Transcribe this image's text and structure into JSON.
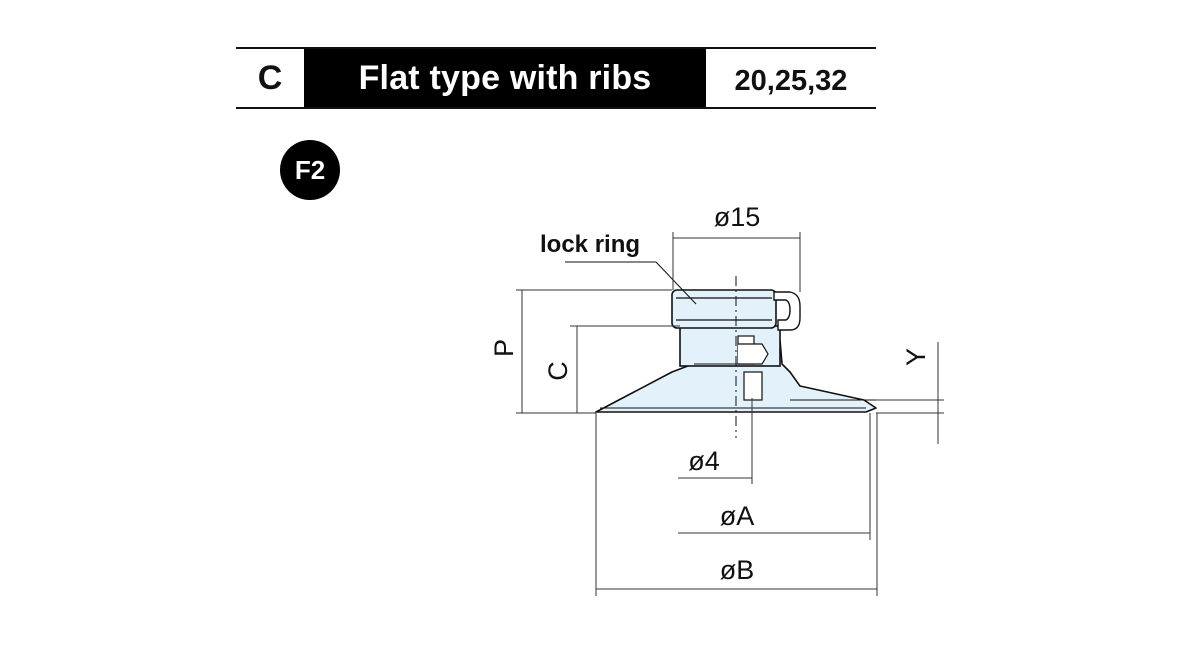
{
  "header": {
    "code": "C",
    "title": "Flat type with ribs",
    "sizes": "20,25,32"
  },
  "badge": "F2",
  "labels": {
    "lock_ring": "lock ring",
    "dia_15": "ø15",
    "dia_4": "ø4",
    "dia_A": "øA",
    "dia_B": "øB",
    "P": "P",
    "C": "C",
    "Y": "Y"
  },
  "colors": {
    "fill": "#e3f1fb",
    "line": "#111111",
    "dim": "#333333"
  }
}
